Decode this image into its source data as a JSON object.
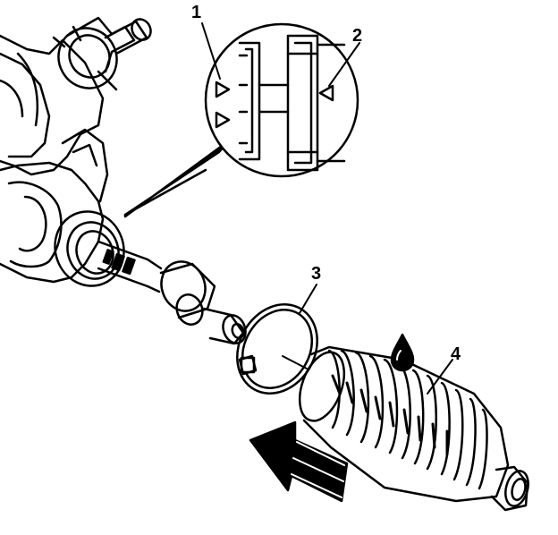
{
  "callouts": [
    {
      "id": "1",
      "label": "1"
    },
    {
      "id": "2",
      "label": "2"
    },
    {
      "id": "3",
      "label": "3"
    },
    {
      "id": "4",
      "label": "4"
    }
  ],
  "colors": {
    "ink": "#000000",
    "paper": "#ffffff"
  },
  "icons": [
    "lubricant-drop-icon",
    "direction-arrow-icon",
    "alignment-mark-icon"
  ]
}
